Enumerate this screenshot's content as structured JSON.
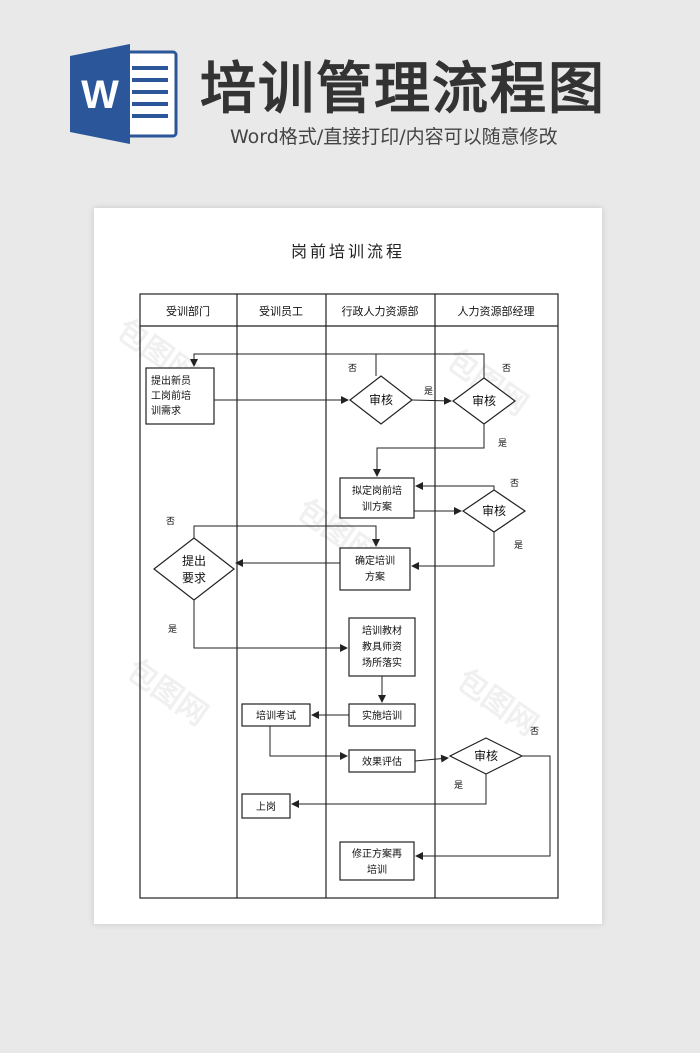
{
  "header": {
    "main_title": "培训管理流程图",
    "subtitle": "Word格式/直接打印/内容可以随意修改",
    "logo_letter": "W",
    "logo_color": "#2b579a"
  },
  "document": {
    "title": "岗前培训流程",
    "lanes": [
      "受训部门",
      "受训员工",
      "行政人力资源部",
      "人力资源部经理"
    ],
    "nodes": {
      "n1": "提出新员工岗前培训需求",
      "n1_lines": [
        "提出新员",
        "工岗前培",
        "训需求"
      ],
      "d1": "审核",
      "d2": "审核",
      "n2_lines": [
        "拟定岗前培",
        "训方案"
      ],
      "d3": "审核",
      "n3_lines": [
        "确定培训",
        "方案"
      ],
      "d4_lines": [
        "提出",
        "要求"
      ],
      "n4_lines": [
        "培训教材",
        "教具师资",
        "场所落实"
      ],
      "n5": "实施培训",
      "n6": "培训考试",
      "n7": "效果评估",
      "d5": "审核",
      "n8": "上岗",
      "n9_lines": [
        "修正方案再",
        "培训"
      ]
    },
    "edge_labels": {
      "yes": "是",
      "no": "否"
    }
  },
  "watermark": "包图网"
}
